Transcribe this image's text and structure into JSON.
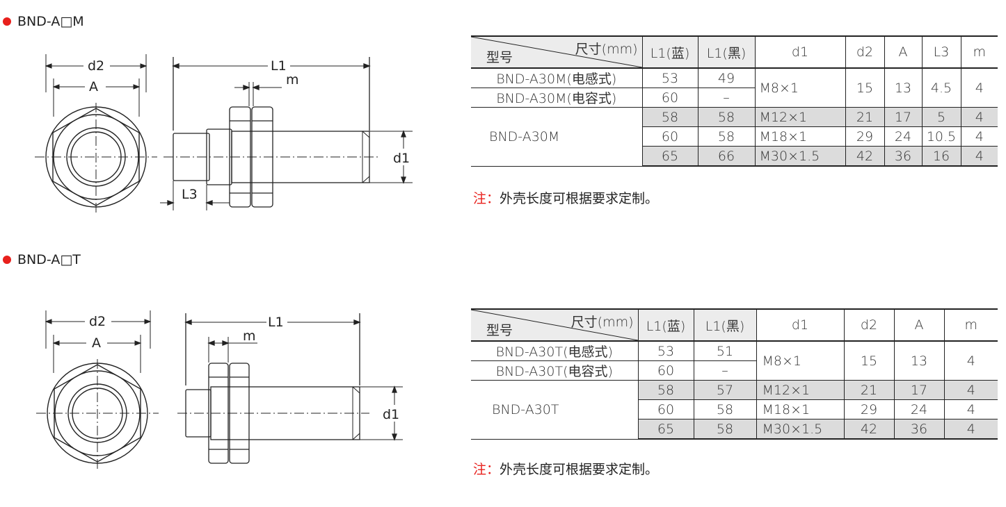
{
  "sections": [
    {
      "title": "BND-A□M",
      "drawing": {
        "d2": "d2",
        "A": "A",
        "L1": "L1",
        "m": "m",
        "d1": "d1",
        "L3": "L3"
      },
      "table": {
        "header": {
          "corner_top": "尺寸(mm)",
          "corner_bottom": "型号",
          "cols": [
            "L1(蓝)",
            "L1(黑)",
            "d1",
            "d2",
            "A",
            "L3",
            "m"
          ]
        },
        "rows": [
          {
            "model": "BND-A30M(电感式)",
            "l1_blue": "53",
            "l1_black": "49",
            "d1": "M8×1",
            "d2": "15",
            "A": "13",
            "L3": "4.5",
            "m": "4"
          },
          {
            "model": "BND-A30M(电容式)",
            "l1_blue": "60",
            "l1_black": "–"
          },
          {
            "model": "BND-A30M",
            "l1_blue": "58",
            "l1_black": "58",
            "d1": "M12×1",
            "d2": "21",
            "A": "17",
            "L3": "5",
            "m": "4"
          },
          {
            "l1_blue": "60",
            "l1_black": "58",
            "d1": "M18×1",
            "d2": "29",
            "A": "24",
            "L3": "10.5",
            "m": "4"
          },
          {
            "l1_blue": "65",
            "l1_black": "66",
            "d1": "M30×1.5",
            "d2": "42",
            "A": "36",
            "L3": "16",
            "m": "4"
          }
        ]
      },
      "note_label": "注：",
      "note_text": "外壳长度可根据要求定制。"
    },
    {
      "title": "BND-A□T",
      "drawing": {
        "d2": "d2",
        "A": "A",
        "L1": "L1",
        "m": "m",
        "d1": "d1"
      },
      "table": {
        "header": {
          "corner_top": "尺寸(mm)",
          "corner_bottom": "型号",
          "cols": [
            "L1(蓝)",
            "L1(黑)",
            "d1",
            "d2",
            "A",
            "m"
          ]
        },
        "rows": [
          {
            "model": "BND-A30T(电感式)",
            "l1_blue": "53",
            "l1_black": "51",
            "d1": "M8×1",
            "d2": "15",
            "A": "13",
            "m": "4"
          },
          {
            "model": "BND-A30T(电容式)",
            "l1_blue": "60",
            "l1_black": "–"
          },
          {
            "model": "BND-A30T",
            "l1_blue": "58",
            "l1_black": "57",
            "d1": "M12×1",
            "d2": "21",
            "A": "17",
            "m": "4"
          },
          {
            "l1_blue": "60",
            "l1_black": "58",
            "d1": "M18×1",
            "d2": "29",
            "A": "24",
            "m": "4"
          },
          {
            "l1_blue": "65",
            "l1_black": "58",
            "d1": "M30×1.5",
            "d2": "42",
            "A": "36",
            "m": "4"
          }
        ]
      },
      "note_label": "注：",
      "note_text": "外壳长度可根据要求定制。"
    }
  ],
  "colors": {
    "bullet": "#e8201c",
    "gray_row": "#dcdcdc",
    "header_bg": "#ececec"
  }
}
